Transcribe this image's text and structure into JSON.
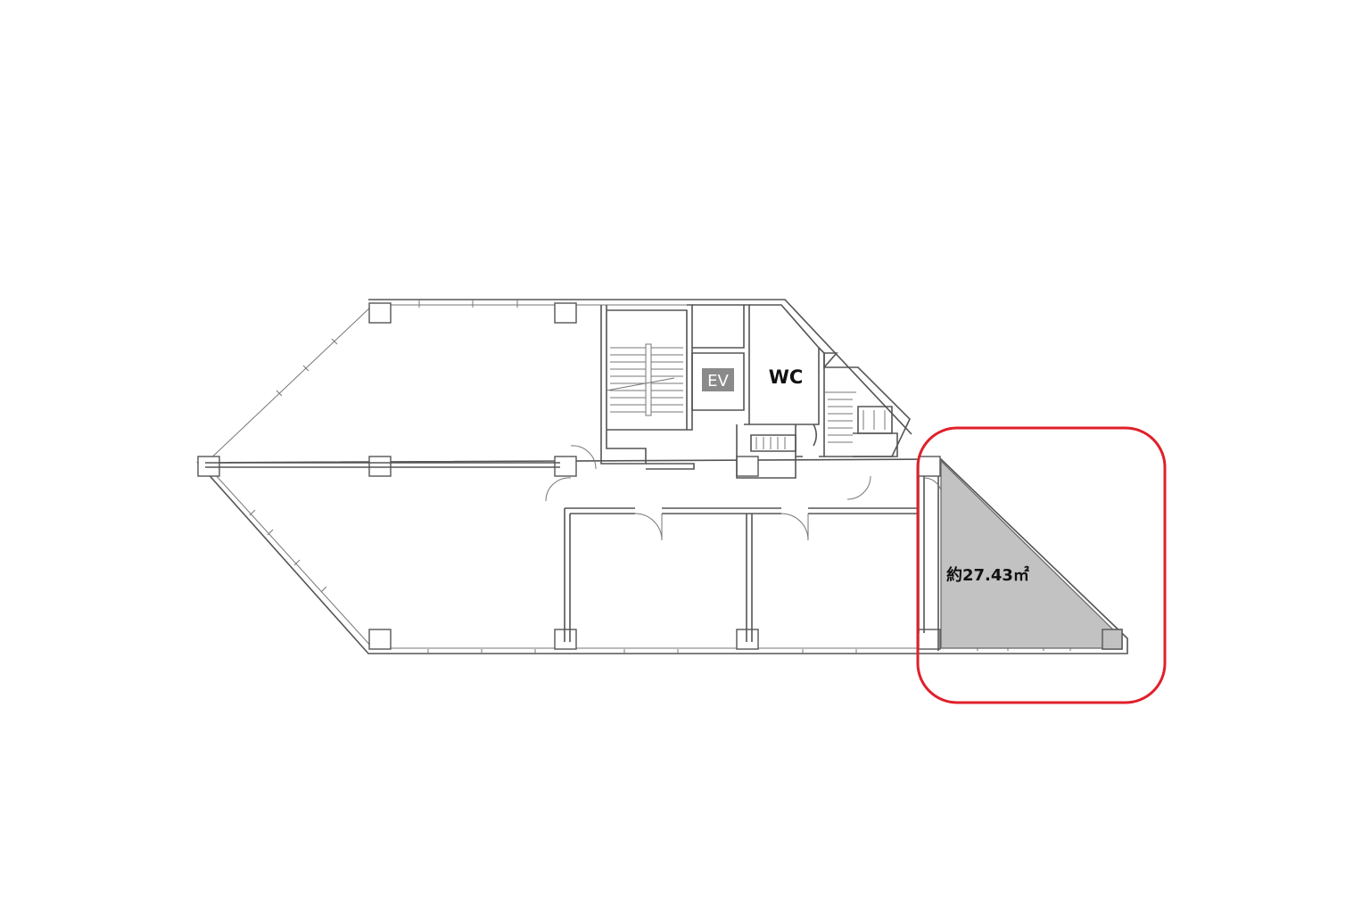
{
  "labels": {
    "ev": "EV",
    "wc": "WC",
    "area": "約27.43㎡"
  },
  "colors": {
    "walls": "#555555",
    "highlight_ring": "#e0202a",
    "unit_fill": "#c2c2c2",
    "ev_box": "#8a8a8a"
  }
}
